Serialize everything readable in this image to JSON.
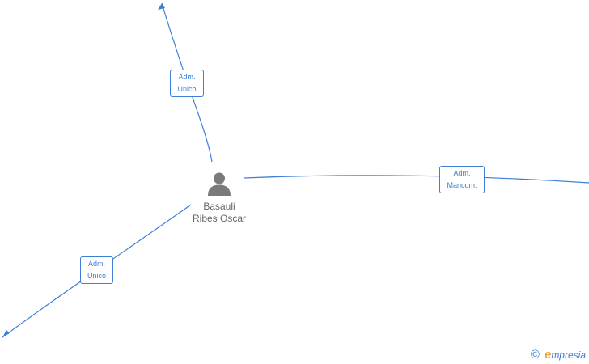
{
  "person": {
    "first_line": "Basauli",
    "second_line": "Ribes Oscar",
    "icon": "person-icon"
  },
  "relations": [
    {
      "line1": "Adm.",
      "line2": "Unico"
    },
    {
      "line1": "Adm.",
      "line2": "Mancom."
    },
    {
      "line1": "Adm.",
      "line2": "Unico"
    }
  ],
  "brand": {
    "copyright": "©",
    "e": "e",
    "rest": "mpresia"
  },
  "colors": {
    "edge": "#3d7fd6",
    "node_text": "#666666",
    "brand_accent": "#f0a030"
  }
}
